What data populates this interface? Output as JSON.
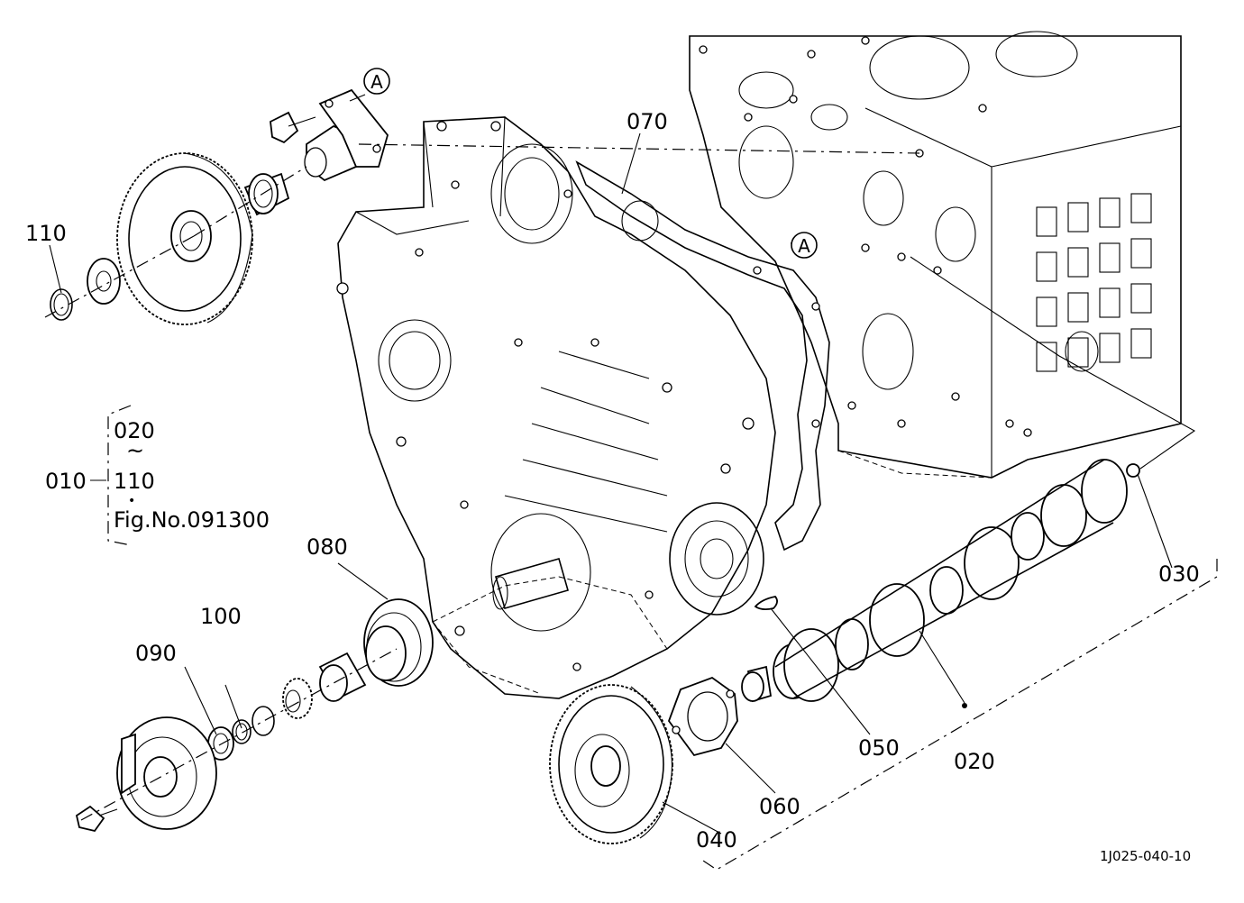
{
  "labels": {
    "p020": "020",
    "p030": "030",
    "p040": "040",
    "p050": "050",
    "p060": "060",
    "p070": "070",
    "p080": "080",
    "p090": "090",
    "p100": "100",
    "p110": "110"
  },
  "assembly": {
    "parent": "010",
    "range_start": "020",
    "range_sep": "~",
    "range_end": "110",
    "dot": "•",
    "fig_ref": "Fig.No.091300"
  },
  "callouts": {
    "a_top": "A",
    "a_mid": "A"
  },
  "drawing_id": "1J025-040-10"
}
